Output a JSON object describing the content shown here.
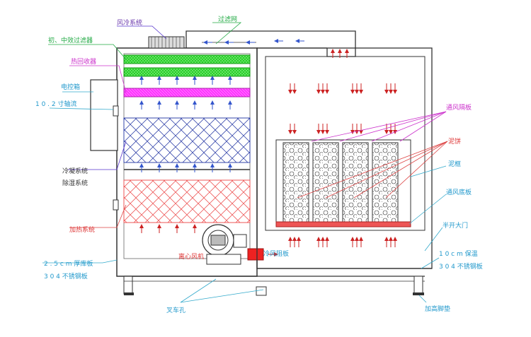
{
  "colors": {
    "frame": "#333333",
    "filter_green": "#22cc22",
    "heat_recovery": "#ff33ff",
    "condenser": "#3344aa",
    "heater": "#ee5555",
    "arrow_red": "#cc2222",
    "arrow_blue": "#3355cc",
    "leader_blue": "#33aacc",
    "leader_green": "#22aa44",
    "leader_red": "#dd4444",
    "leader_magenta": "#cc33cc",
    "leader_purple": "#5533cc",
    "text_blue": "#2299cc",
    "text_purple": "#6633aa",
    "text_green": "#22aa44",
    "text_red": "#dd3333",
    "text_magenta": "#cc33cc"
  },
  "labels": {
    "air_cooling": "风冷系统",
    "filter_screen": "过滤网",
    "prefilter": "初、中效过滤器",
    "heat_recovery": "热回收器",
    "control_box": "电控箱",
    "axial_fan": "1 0 . 2 寸轴流",
    "condensing": "冷凝系统",
    "dehumidify": "除湿系统",
    "heating": "加热系统",
    "centrifugal_fan": "离心风机",
    "damper": "冷风阻板",
    "wall_spec_1": "2 . 5 c m  厚库板",
    "wall_spec_2": "3 0 4 不锈钢板",
    "forklift": "叉车孔",
    "baffle": "通风隔板",
    "mud_cake": "泥饼",
    "mud_frame": "泥框",
    "vent_plate": "通风底板",
    "half_door": "半开大门",
    "insulation_1": "1 0 c m  保温",
    "insulation_2": "3 0 4 不锈钢板",
    "foot_pads": "加高脚垫"
  }
}
